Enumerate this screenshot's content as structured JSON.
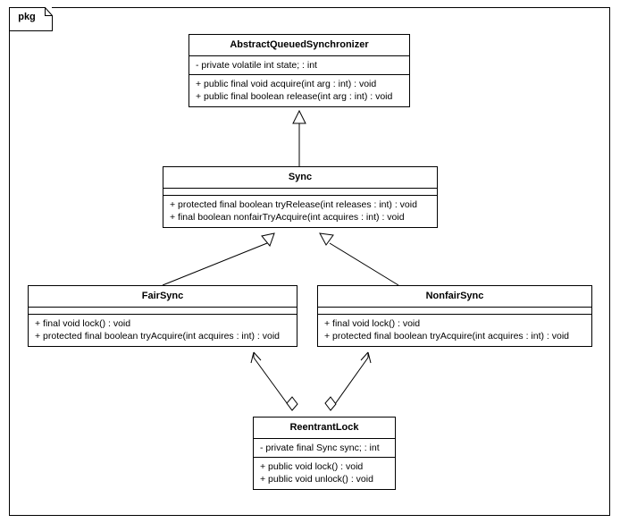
{
  "diagram": {
    "type": "uml-class-diagram",
    "package_label": "pkg",
    "background_color": "#ffffff",
    "line_color": "#000000"
  },
  "classes": [
    {
      "id": "aqs",
      "name": "AbstractQueuedSynchronizer",
      "attributes": [
        "- private volatile int state; : int"
      ],
      "operations": [
        "+ public final void acquire(int arg : int) : void",
        "+ public final boolean release(int arg : int) : void"
      ]
    },
    {
      "id": "sync",
      "name": "Sync",
      "attributes": [],
      "operations": [
        "+ protected final boolean tryRelease(int releases : int) : void",
        "+ final boolean nonfairTryAcquire(int acquires : int) : void"
      ]
    },
    {
      "id": "fairsync",
      "name": "FairSync",
      "attributes": [],
      "operations": [
        "+ final void lock() : void",
        "+ protected final boolean tryAcquire(int acquires : int) : void"
      ]
    },
    {
      "id": "nonfairsync",
      "name": "NonfairSync",
      "attributes": [],
      "operations": [
        "+ final void lock() : void",
        "+ protected final boolean tryAcquire(int acquires : int) : void"
      ]
    },
    {
      "id": "reentrantlock",
      "name": "ReentrantLock",
      "attributes": [
        "- private final Sync sync; : int"
      ],
      "operations": [
        "+ public void lock() : void",
        "+ public void unlock() : void"
      ]
    }
  ],
  "relationships": [
    {
      "id": "rel-sync-aqs",
      "kind": "generalization",
      "from": "sync",
      "to": "aqs"
    },
    {
      "id": "rel-fairsync-sync",
      "kind": "generalization",
      "from": "fairsync",
      "to": "sync"
    },
    {
      "id": "rel-nonfairsync-sync",
      "kind": "generalization",
      "from": "nonfairsync",
      "to": "sync"
    },
    {
      "id": "rel-lock-fairsync",
      "kind": "aggregation",
      "from": "reentrantlock",
      "to": "fairsync"
    },
    {
      "id": "rel-lock-nonfairsync",
      "kind": "aggregation",
      "from": "reentrantlock",
      "to": "nonfairsync"
    }
  ]
}
